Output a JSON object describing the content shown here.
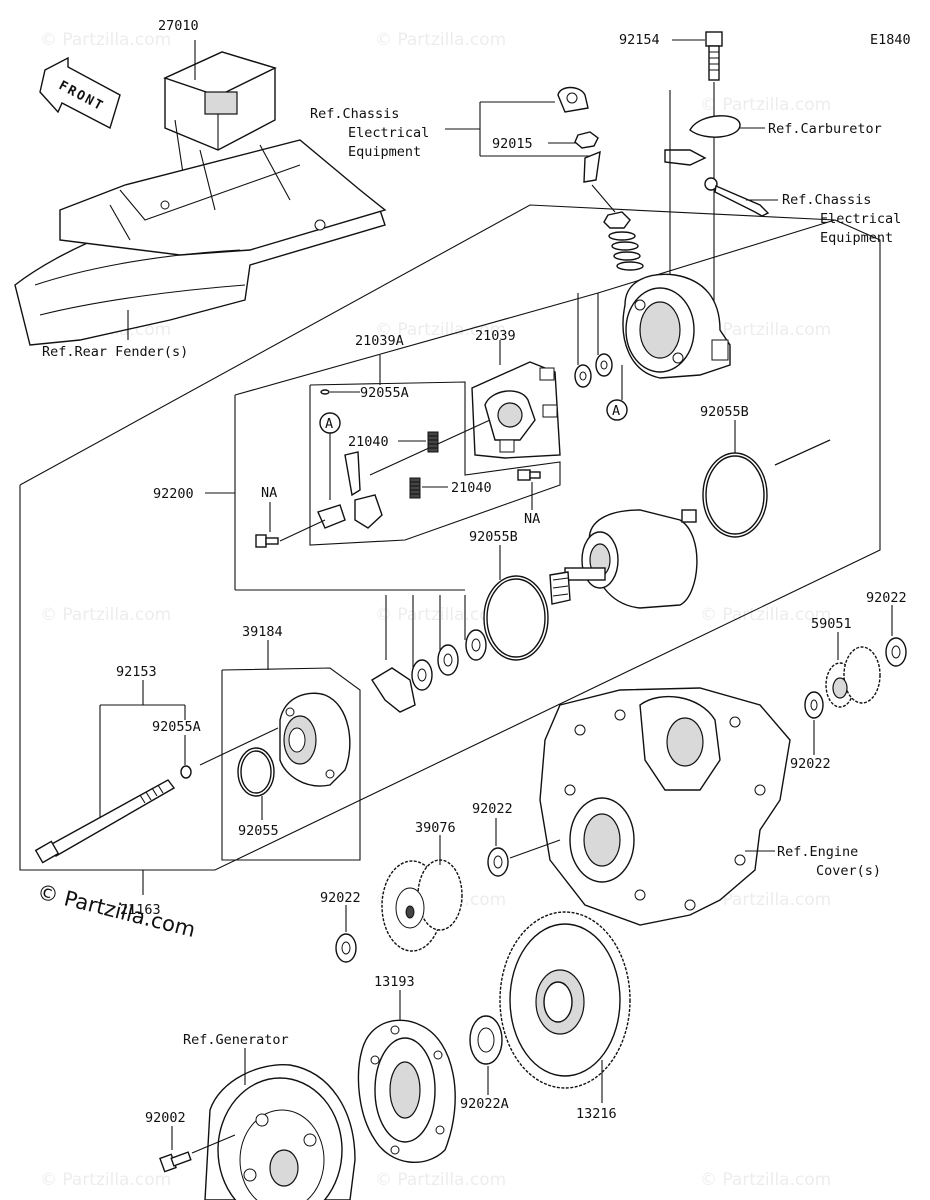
{
  "diagram_code": "E1840",
  "front_arrow_label": "FRONT",
  "copyright": "© Partzilla.com",
  "watermark": "© Partzilla.com",
  "callouts": [
    {
      "id": "27010",
      "text": "27010"
    },
    {
      "id": "92154",
      "text": "92154"
    },
    {
      "id": "ref-chassis-1",
      "lines": [
        "Ref.Chassis",
        "Electrical",
        "Equipment"
      ]
    },
    {
      "id": "92015",
      "text": "92015"
    },
    {
      "id": "ref-carburetor",
      "text": "Ref.Carburetor"
    },
    {
      "id": "ref-chassis-2",
      "lines": [
        "Ref.Chassis",
        "Electrical",
        "Equipment"
      ]
    },
    {
      "id": "ref-rear-fender",
      "text": "Ref.Rear Fender(s)"
    },
    {
      "id": "21039A",
      "text": "21039A"
    },
    {
      "id": "21039",
      "text": "21039"
    },
    {
      "id": "92055A-top",
      "text": "92055A"
    },
    {
      "id": "A-left",
      "text": "A"
    },
    {
      "id": "A-right",
      "text": "A"
    },
    {
      "id": "21040-top",
      "text": "21040"
    },
    {
      "id": "21040-bottom",
      "text": "21040"
    },
    {
      "id": "92055B-right",
      "text": "92055B"
    },
    {
      "id": "92200",
      "text": "92200"
    },
    {
      "id": "NA-left",
      "text": "NA"
    },
    {
      "id": "NA-right",
      "text": "NA"
    },
    {
      "id": "92055B-left",
      "text": "92055B"
    },
    {
      "id": "39184",
      "text": "39184"
    },
    {
      "id": "92022-topright",
      "text": "92022"
    },
    {
      "id": "59051",
      "text": "59051"
    },
    {
      "id": "92153",
      "text": "92153"
    },
    {
      "id": "92055A-bottom",
      "text": "92055A"
    },
    {
      "id": "92022-right",
      "text": "92022"
    },
    {
      "id": "92055",
      "text": "92055"
    },
    {
      "id": "92022-mid",
      "text": "92022"
    },
    {
      "id": "39076",
      "text": "39076"
    },
    {
      "id": "ref-engine-cover",
      "lines": [
        "Ref.Engine",
        "Cover(s)"
      ]
    },
    {
      "id": "21163",
      "text": "21163"
    },
    {
      "id": "92022-left",
      "text": "92022"
    },
    {
      "id": "13193",
      "text": "13193"
    },
    {
      "id": "ref-generator",
      "text": "Ref.Generator"
    },
    {
      "id": "92002",
      "text": "92002"
    },
    {
      "id": "92022A",
      "text": "92022A"
    },
    {
      "id": "13216",
      "text": "13216"
    }
  ]
}
